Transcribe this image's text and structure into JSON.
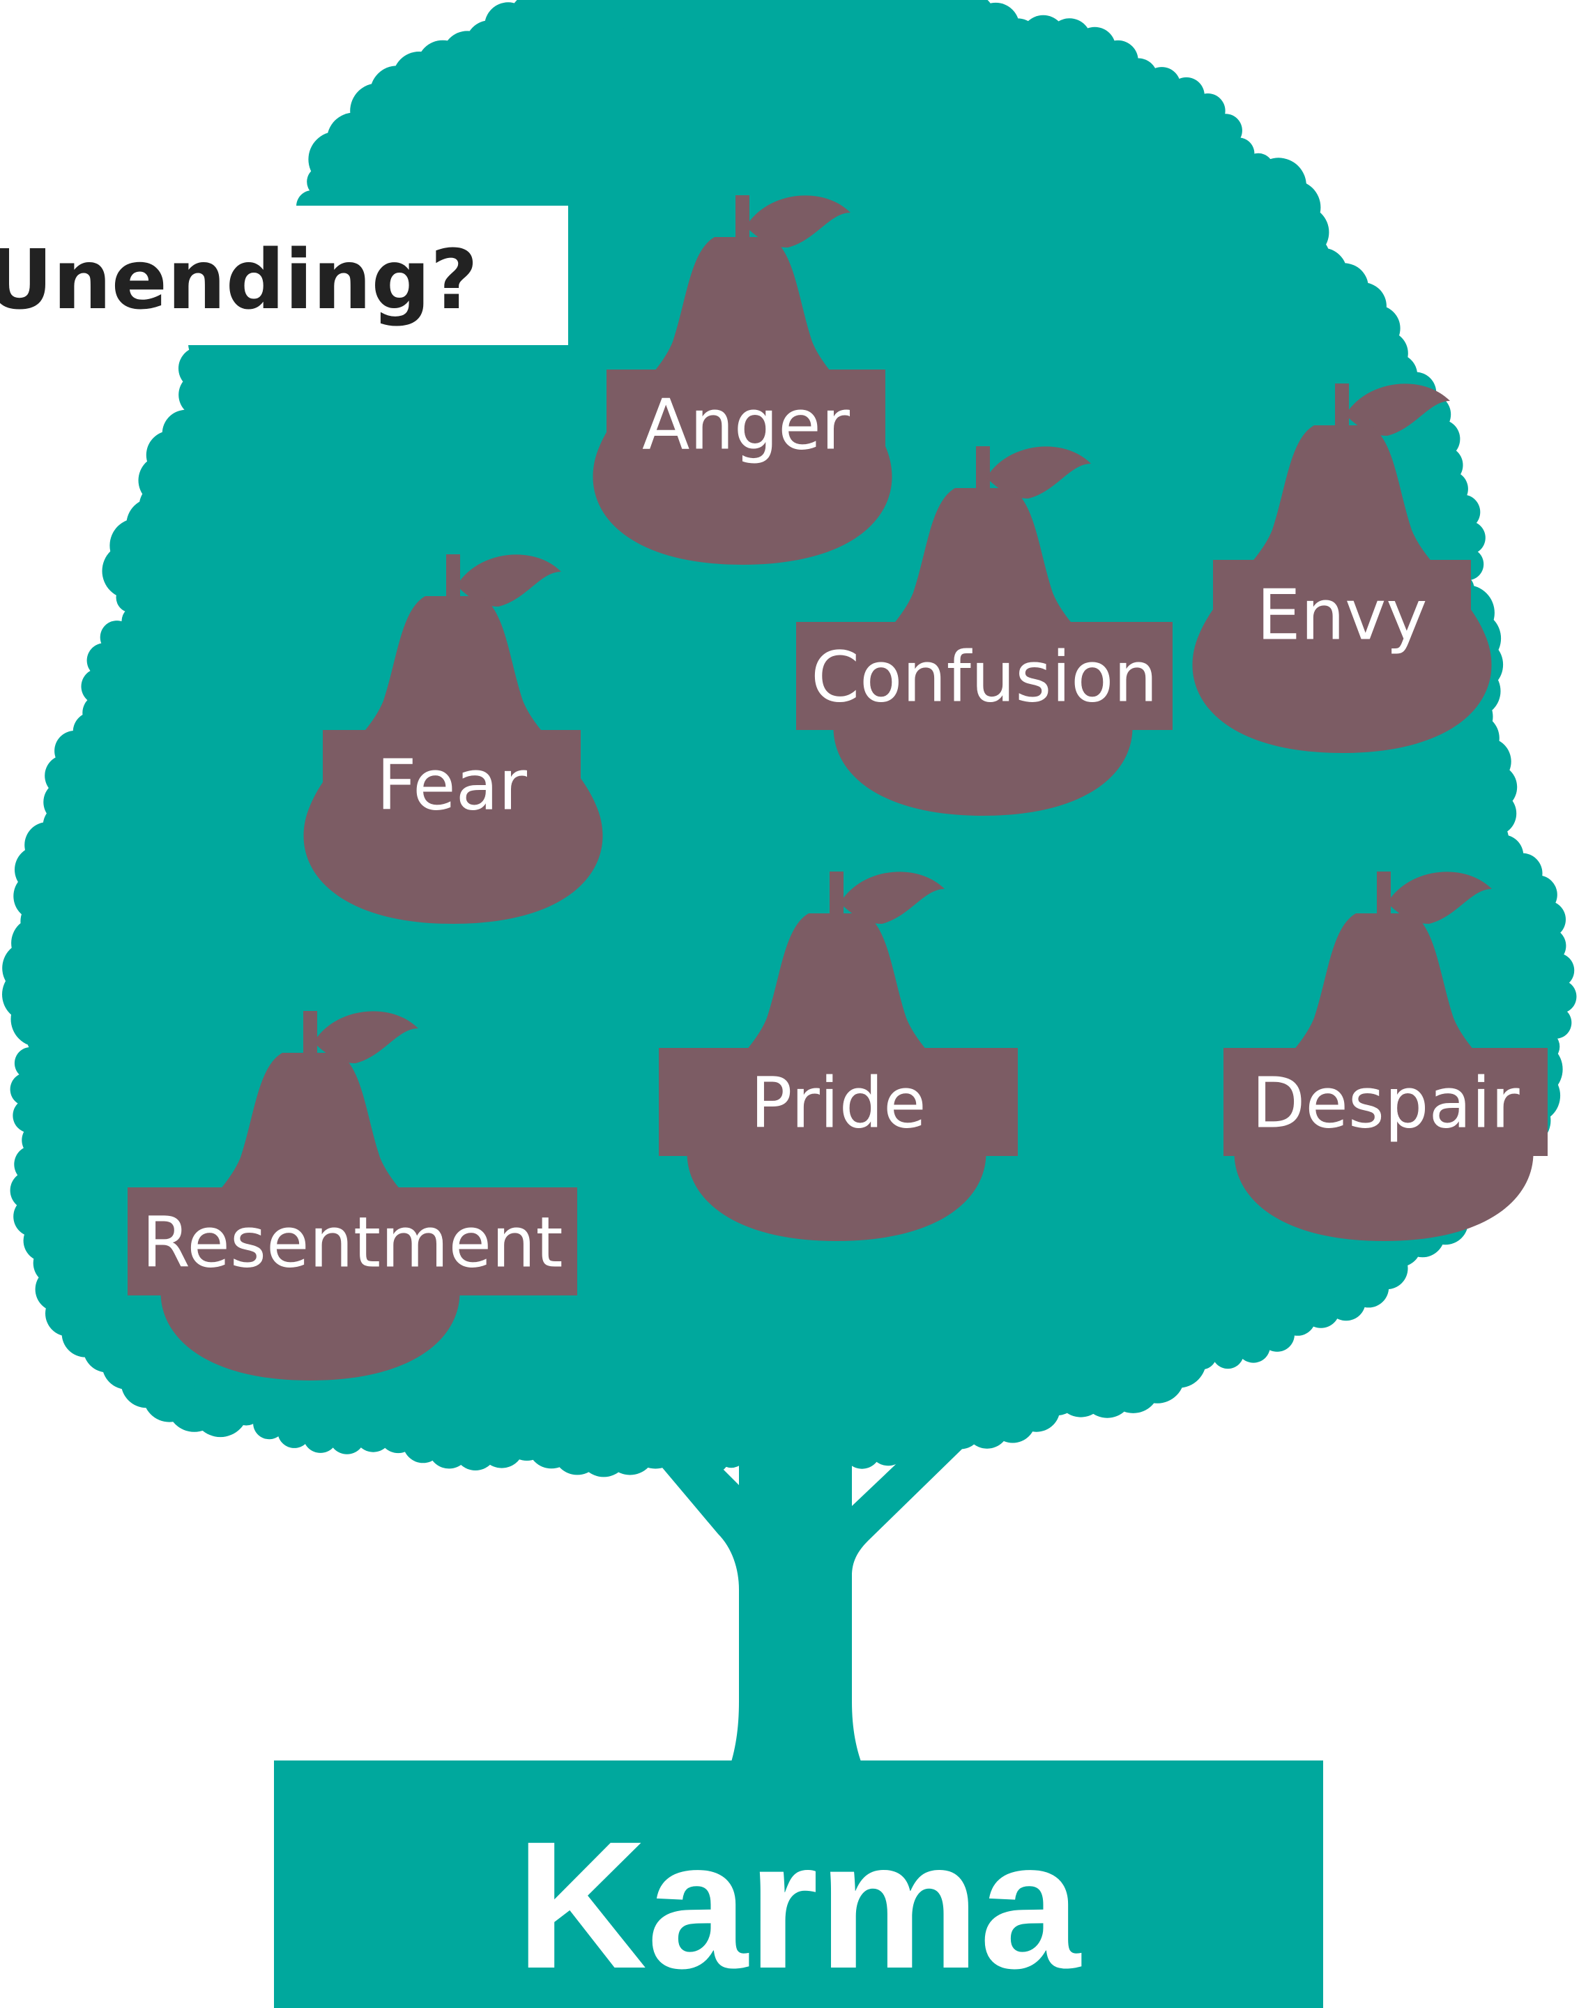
{
  "title": "Unending?",
  "root": {
    "label": "Karma"
  },
  "fruits": [
    {
      "label": "Anger"
    },
    {
      "label": "Confusion"
    },
    {
      "label": "Envy"
    },
    {
      "label": "Fear"
    },
    {
      "label": "Pride"
    },
    {
      "label": "Despair"
    },
    {
      "label": "Resentment"
    }
  ],
  "colors": {
    "tree": "#00a89d",
    "fruit": "#7c5c64",
    "label_text": "#ffffff",
    "title_text": "#222222",
    "background": "#ffffff"
  },
  "icons": {
    "fruit": "pear-icon"
  }
}
